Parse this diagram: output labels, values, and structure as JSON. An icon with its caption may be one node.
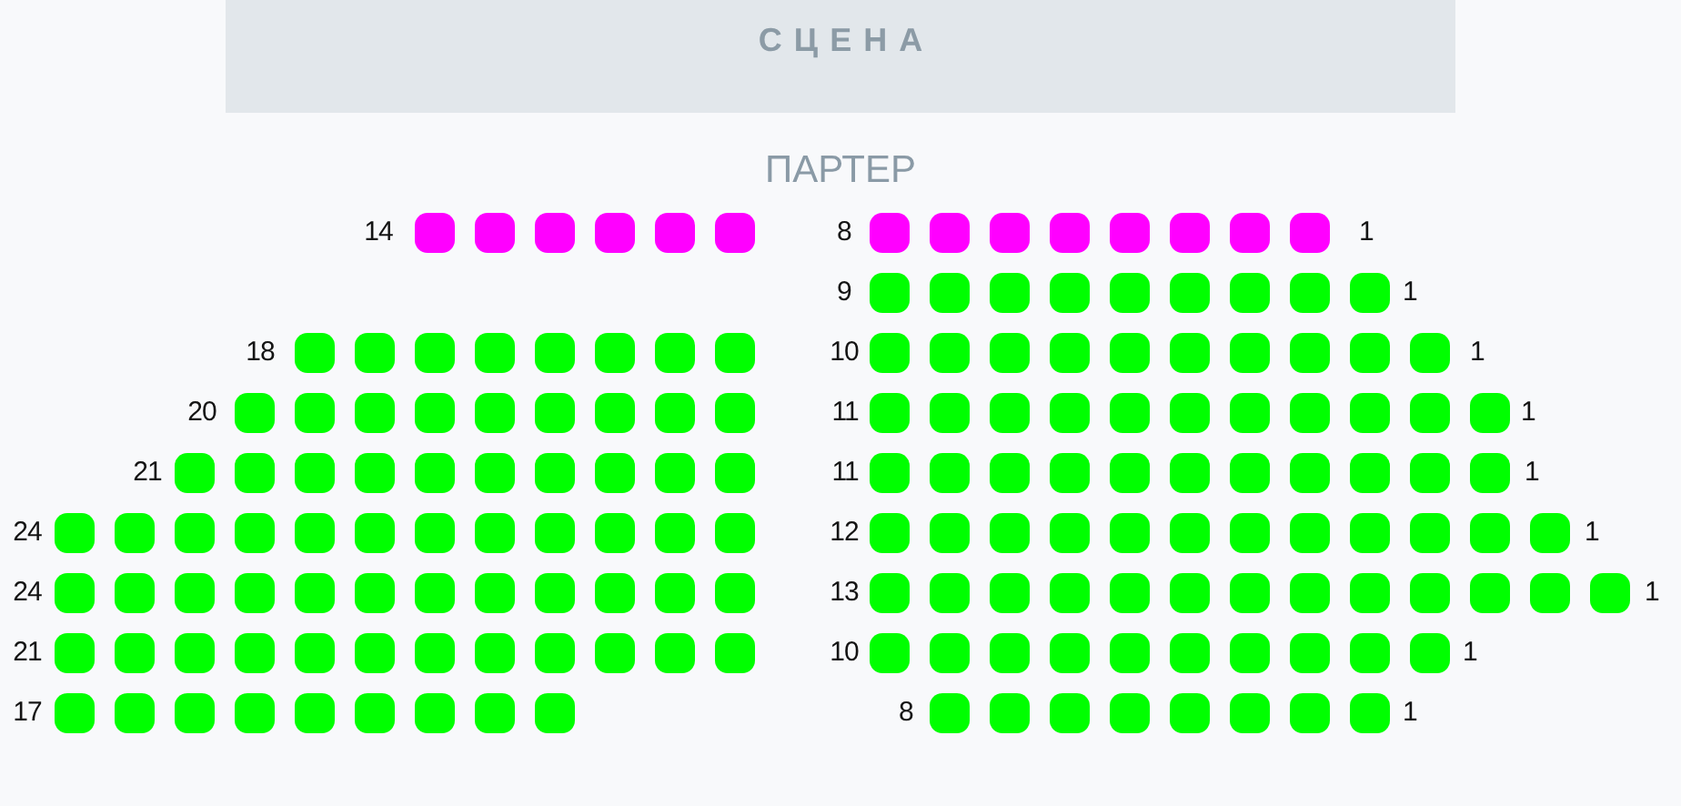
{
  "diagram": {
    "nodes": [
      {
        "text": [
          "СЦЕНА"
        ]
      }
    ],
    "labels": [
      "ПАРТЕР",
      "14",
      "8",
      "1",
      "9",
      "1",
      "18",
      "10",
      "1",
      "20",
      "11",
      "1",
      "21",
      "11",
      "1",
      "24",
      "12",
      "1",
      "24",
      "13",
      "1",
      "21",
      "10",
      "1",
      "17",
      "8",
      "1"
    ]
  }
}
